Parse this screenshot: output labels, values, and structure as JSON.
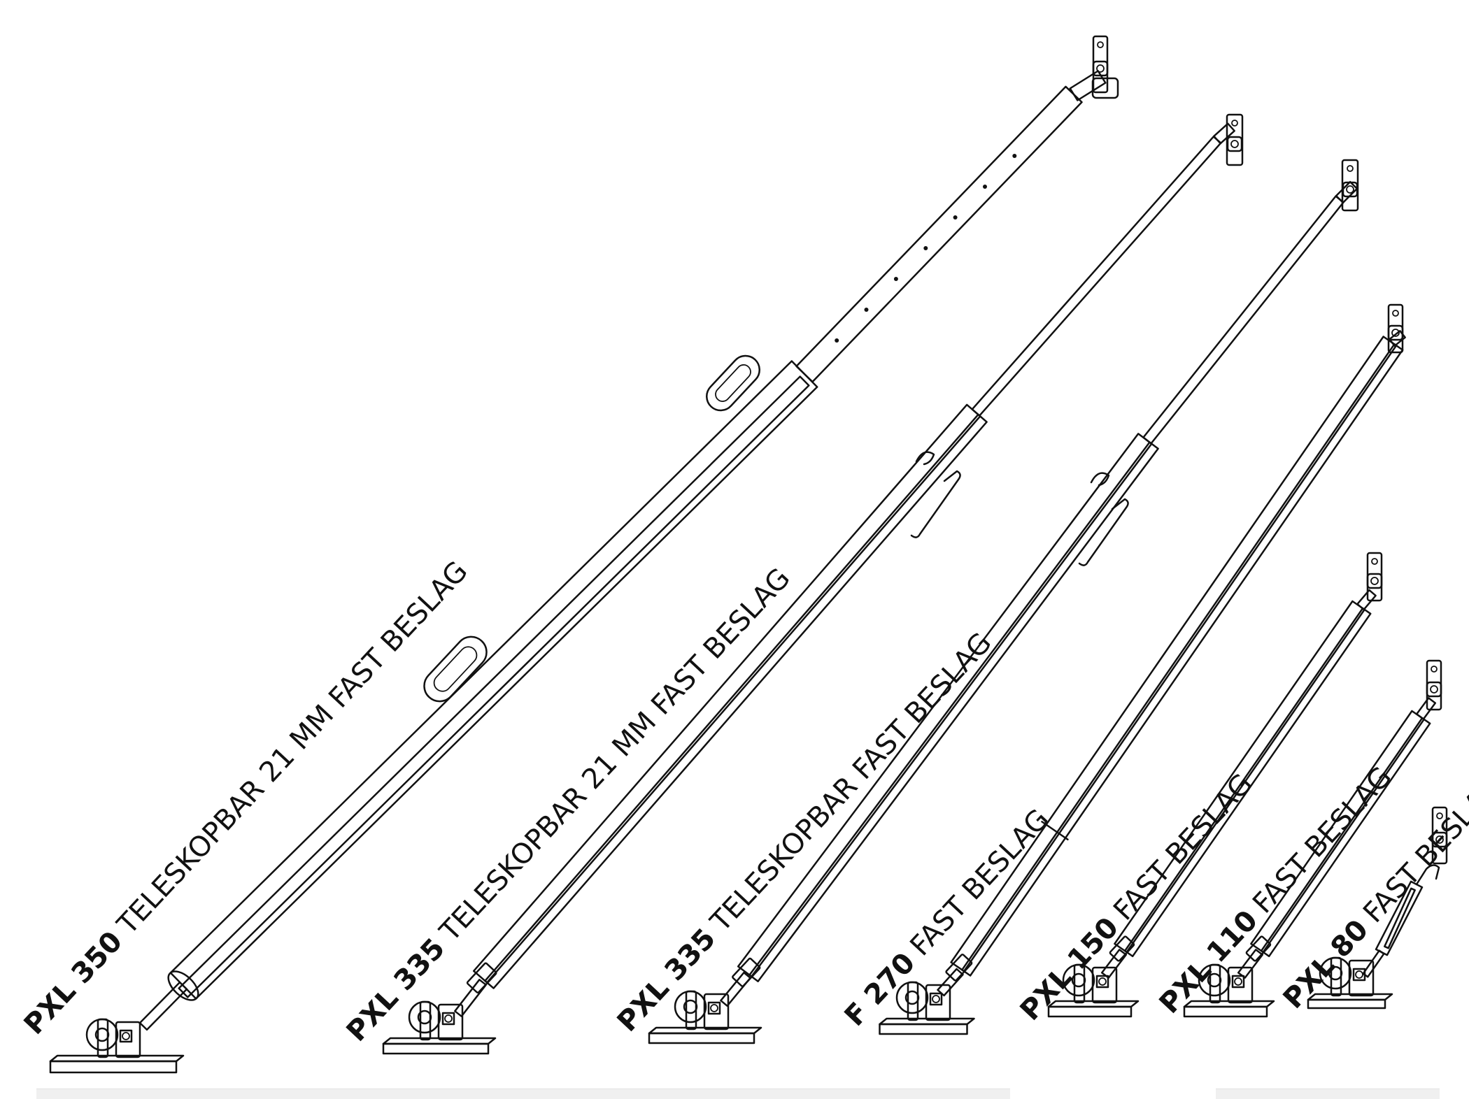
{
  "colors": {
    "line": "#111111",
    "tube_fill": "#ffffff",
    "tube_shade": "#d8d8d8",
    "dark_face": "#8c8c8c",
    "footer": "#f0f0f0"
  },
  "products": [
    {
      "code": "PXL 350",
      "desc": " TELESKOPBAR 21 MM FAST BESLAG"
    },
    {
      "code": "PXL 335",
      "desc": " TELESKOPBAR 21 MM FAST BESLAG"
    },
    {
      "code": "PXL 335",
      "desc": " TELESKOPBAR FAST BESLAG"
    },
    {
      "code": "F 270",
      "desc": " FAST BESLAG"
    },
    {
      "code": "PXL 150",
      "desc": " FAST BESLAG"
    },
    {
      "code": "PXL 110",
      "desc": " FAST BESLAG"
    },
    {
      "code": "PXL 80",
      "desc": " FAST BESLAG"
    }
  ]
}
